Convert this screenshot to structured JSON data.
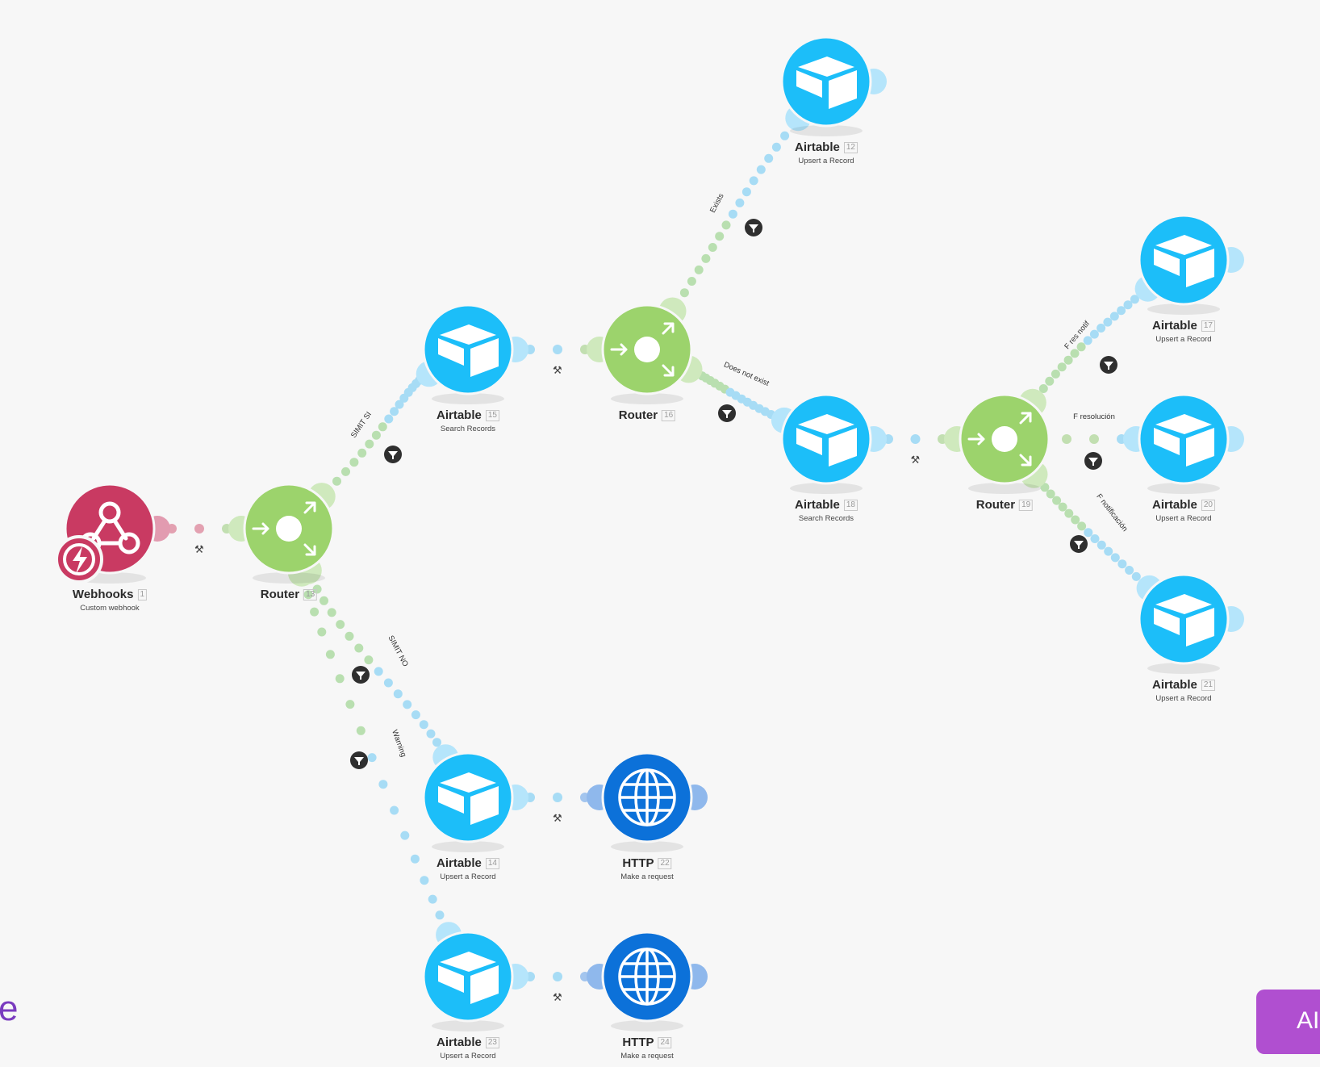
{
  "colors": {
    "background": "#f7f7f7",
    "airtable": "#1cbef9",
    "router": "#9cd36c",
    "webhooks": "#c93a62",
    "http": "#0c71d9",
    "filter": "#2f2f2f",
    "ai_button": "#b04fd0",
    "corner_text": "#7a3bbf"
  },
  "nodes": [
    {
      "key": "n1",
      "app": "Webhooks",
      "id": "1",
      "action": "Custom webhook",
      "icon": "webhook-icon"
    },
    {
      "key": "n13",
      "app": "Router",
      "id": "13",
      "action": "",
      "icon": "router-icon"
    },
    {
      "key": "n15",
      "app": "Airtable",
      "id": "15",
      "action": "Search Records",
      "icon": "airtable-icon"
    },
    {
      "key": "n16",
      "app": "Router",
      "id": "16",
      "action": "",
      "icon": "router-icon"
    },
    {
      "key": "n12",
      "app": "Airtable",
      "id": "12",
      "action": "Upsert a Record",
      "icon": "airtable-icon"
    },
    {
      "key": "n18",
      "app": "Airtable",
      "id": "18",
      "action": "Search Records",
      "icon": "airtable-icon"
    },
    {
      "key": "n19",
      "app": "Router",
      "id": "19",
      "action": "",
      "icon": "router-icon"
    },
    {
      "key": "n17",
      "app": "Airtable",
      "id": "17",
      "action": "Upsert a Record",
      "icon": "airtable-icon"
    },
    {
      "key": "n20",
      "app": "Airtable",
      "id": "20",
      "action": "Upsert a Record",
      "icon": "airtable-icon"
    },
    {
      "key": "n21",
      "app": "Airtable",
      "id": "21",
      "action": "Upsert a Record",
      "icon": "airtable-icon"
    },
    {
      "key": "n14",
      "app": "Airtable",
      "id": "14",
      "action": "Upsert a Record",
      "icon": "airtable-icon"
    },
    {
      "key": "n22",
      "app": "HTTP",
      "id": "22",
      "action": "Make a request",
      "icon": "globe-icon"
    },
    {
      "key": "n23",
      "app": "Airtable",
      "id": "23",
      "action": "Upsert a Record",
      "icon": "airtable-icon"
    },
    {
      "key": "n24",
      "app": "HTTP",
      "id": "24",
      "action": "Make a request",
      "icon": "globe-icon"
    }
  ],
  "routes": [
    {
      "from": "n13",
      "to": "n15",
      "label": "SIMIT SI"
    },
    {
      "from": "n16",
      "to": "n12",
      "label": "Exists"
    },
    {
      "from": "n16",
      "to": "n18",
      "label": "Does not exist"
    },
    {
      "from": "n19",
      "to": "n17",
      "label": "F res notif"
    },
    {
      "from": "n19",
      "to": "n20",
      "label": "F resolución"
    },
    {
      "from": "n19",
      "to": "n21",
      "label": "F notificación"
    },
    {
      "from": "n13",
      "to": "n14",
      "label": "SIMIT NO"
    },
    {
      "from": "n13",
      "to": "n23",
      "label": "Warning"
    }
  ],
  "corner_text": "e",
  "ai_button_label": "AI"
}
